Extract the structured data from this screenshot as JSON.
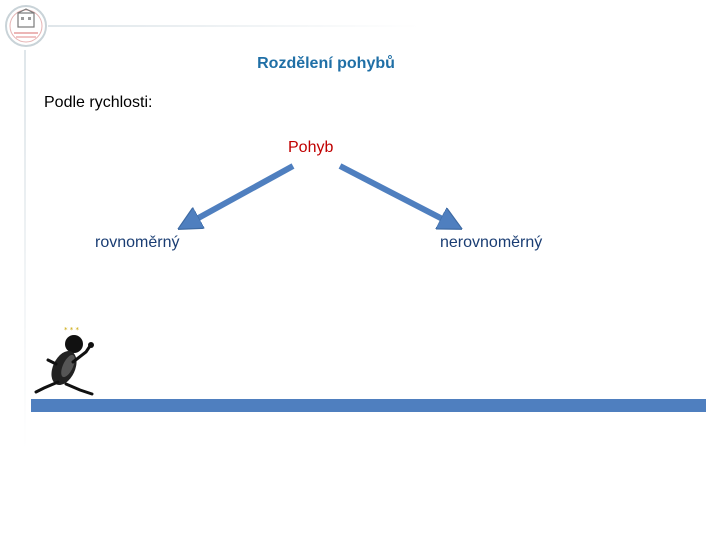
{
  "title": "Rozdělení pohybů",
  "subtitle": "Podle rychlosti:",
  "diagram": {
    "root": "Pohyb",
    "children": [
      "rovnoměrný",
      "nerovnoměrný"
    ]
  },
  "colors": {
    "title": "#1f6fa6",
    "root": "#c00000",
    "children": "#1a3d73",
    "arrow": "#4f7fbf",
    "track": "#4f7fbf"
  },
  "icons": {
    "logo": "school-crest-logo",
    "runner": "running-figure-clipart"
  }
}
